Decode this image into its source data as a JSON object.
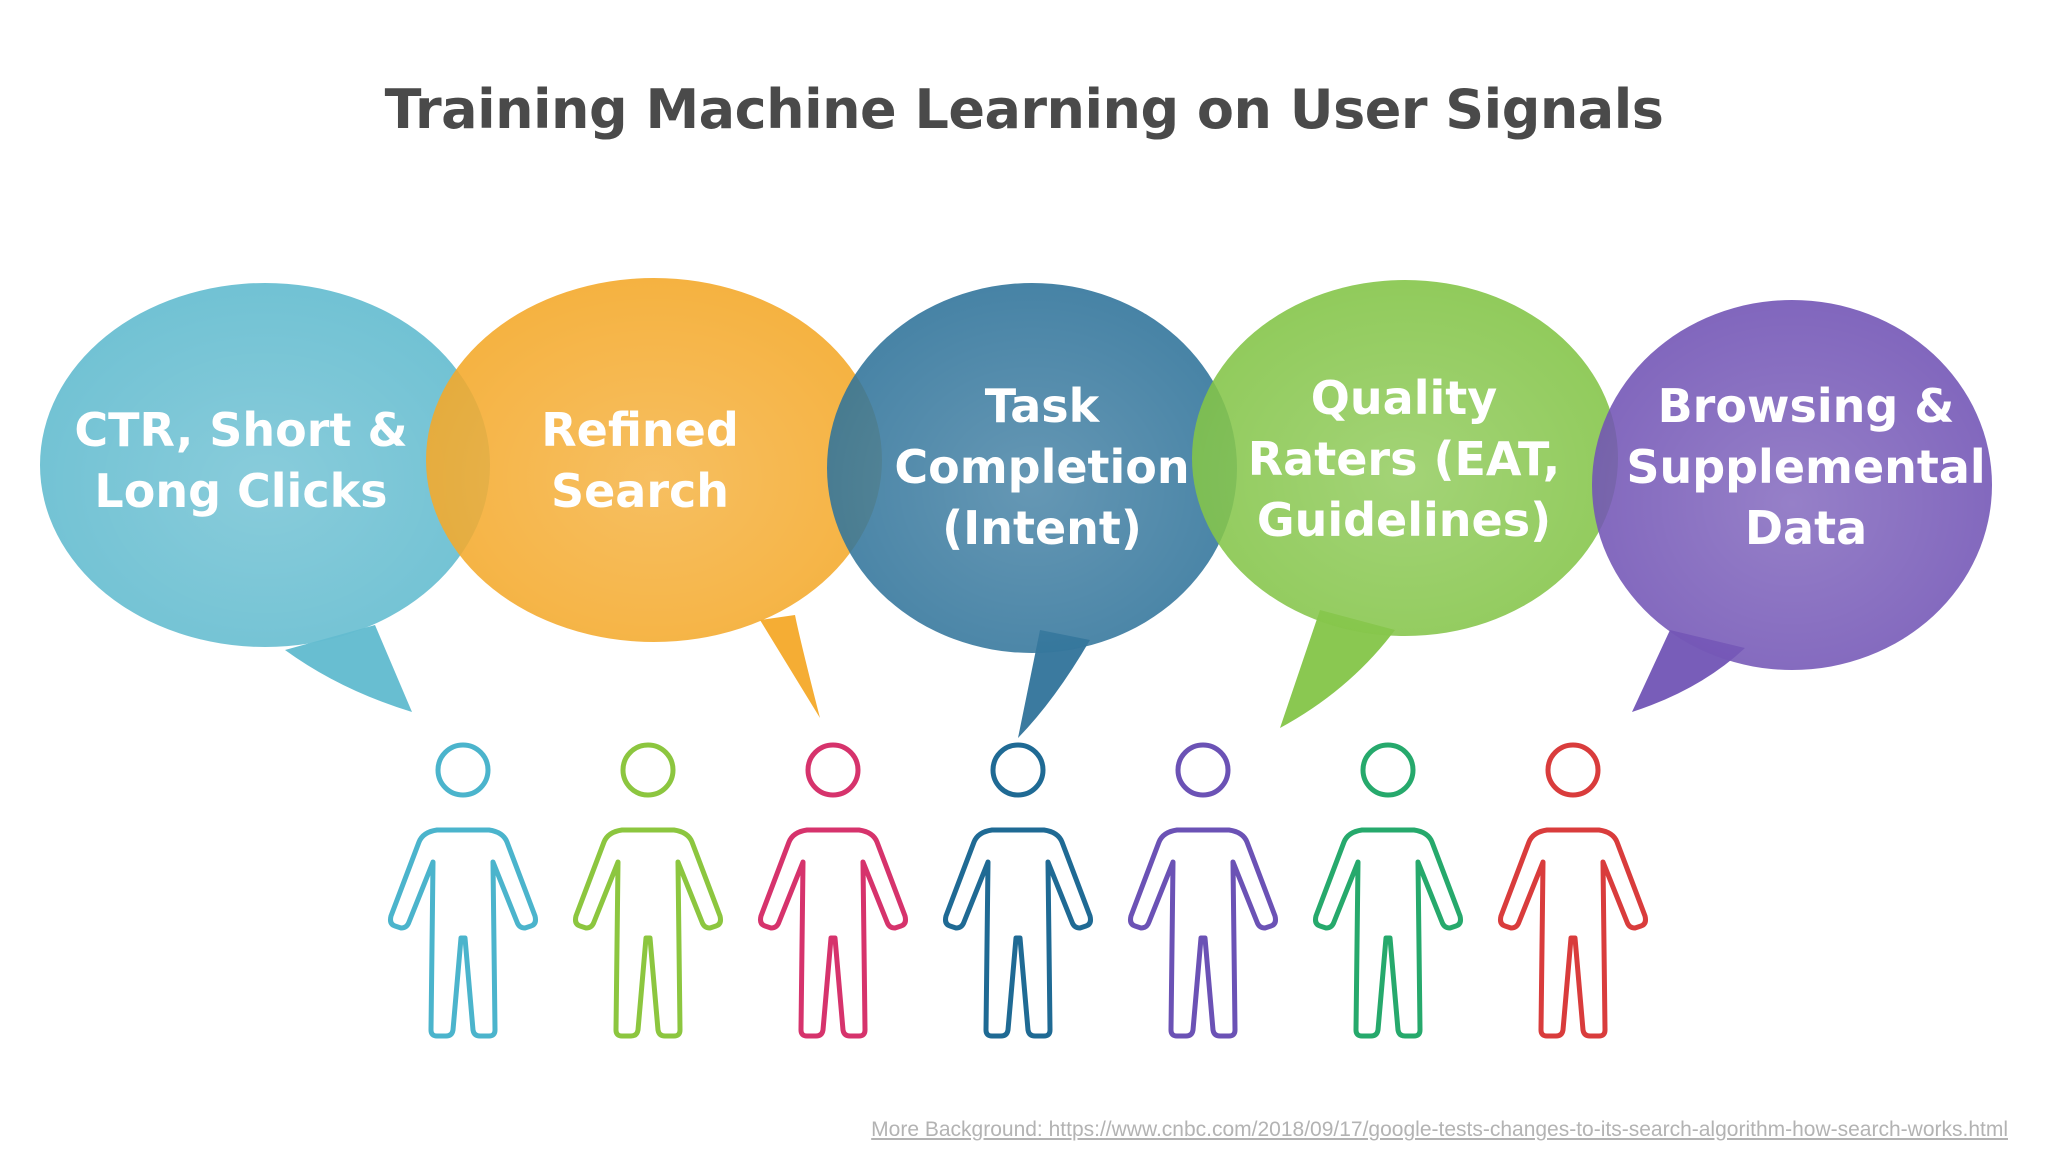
{
  "title": "Training Machine Learning on User Signals",
  "bubbles": [
    {
      "lines": [
        "CTR, Short &",
        "Long Clicks"
      ],
      "color": "#5bb8cd"
    },
    {
      "lines": [
        "Refined",
        "Search"
      ],
      "color": "#f4a623"
    },
    {
      "lines": [
        "Task",
        "Completion",
        "(Intent)"
      ],
      "color": "#2a6f97"
    },
    {
      "lines": [
        "Quality",
        "Raters (EAT,",
        "Guidelines)"
      ],
      "color": "#80c342"
    },
    {
      "lines": [
        "Browsing &",
        "Supplemental",
        "Data"
      ],
      "color": "#6d4fb3"
    }
  ],
  "people": [
    {
      "icon": "person-icon",
      "color": "#4bb4cc"
    },
    {
      "icon": "person-icon",
      "color": "#8cc63f"
    },
    {
      "icon": "person-icon",
      "color": "#d6336c"
    },
    {
      "icon": "person-icon",
      "color": "#1f6a94"
    },
    {
      "icon": "person-icon",
      "color": "#6b52b5"
    },
    {
      "icon": "person-icon",
      "color": "#26a96c"
    },
    {
      "icon": "person-icon",
      "color": "#d93c3c"
    }
  ],
  "footer": {
    "source_text": "More Background: https://www.cnbc.com/2018/09/17/google-tests-changes-to-its-search-algorithm-how-search-works.html"
  }
}
